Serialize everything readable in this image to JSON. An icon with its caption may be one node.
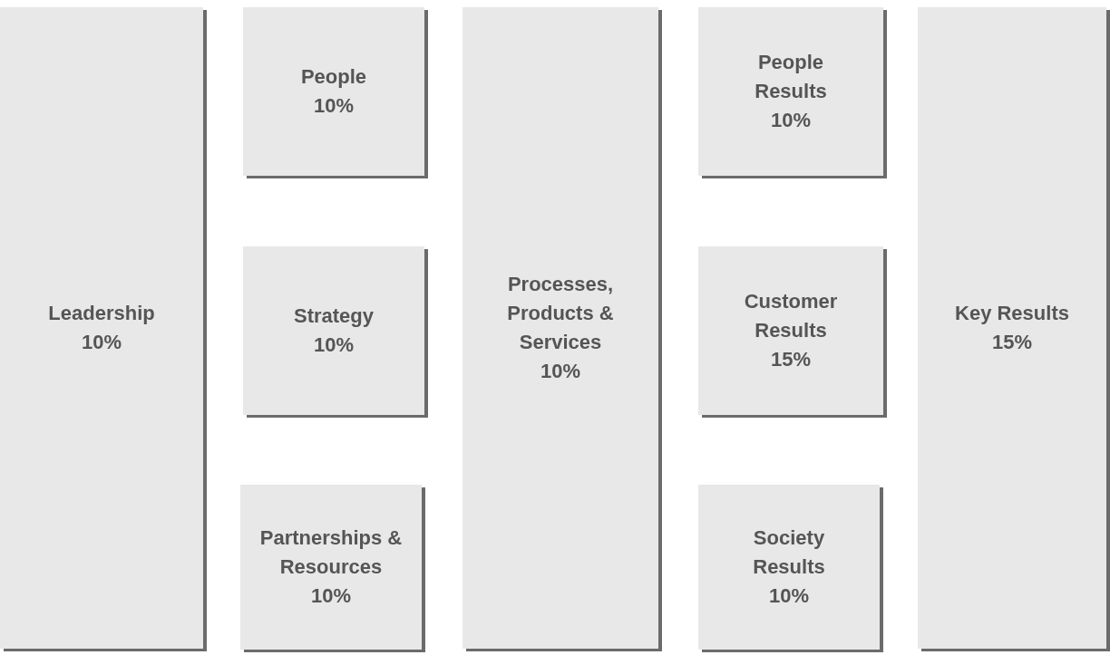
{
  "diagram": {
    "nodes": [
      {
        "text": [
          "Leadership",
          "10%"
        ]
      },
      {
        "text": [
          "People",
          "10%"
        ]
      },
      {
        "text": [
          "Strategy",
          "10%"
        ]
      },
      {
        "text": [
          "Partnerships & Resources",
          "10%"
        ]
      },
      {
        "text": [
          "Processes, Products & Services",
          "10%"
        ]
      },
      {
        "text": [
          "People Results",
          "10%"
        ]
      },
      {
        "text": [
          "Customer Results",
          "15%"
        ]
      },
      {
        "text": [
          "Society Results",
          "10%"
        ]
      },
      {
        "text": [
          "Key Results",
          "15%"
        ]
      }
    ]
  }
}
